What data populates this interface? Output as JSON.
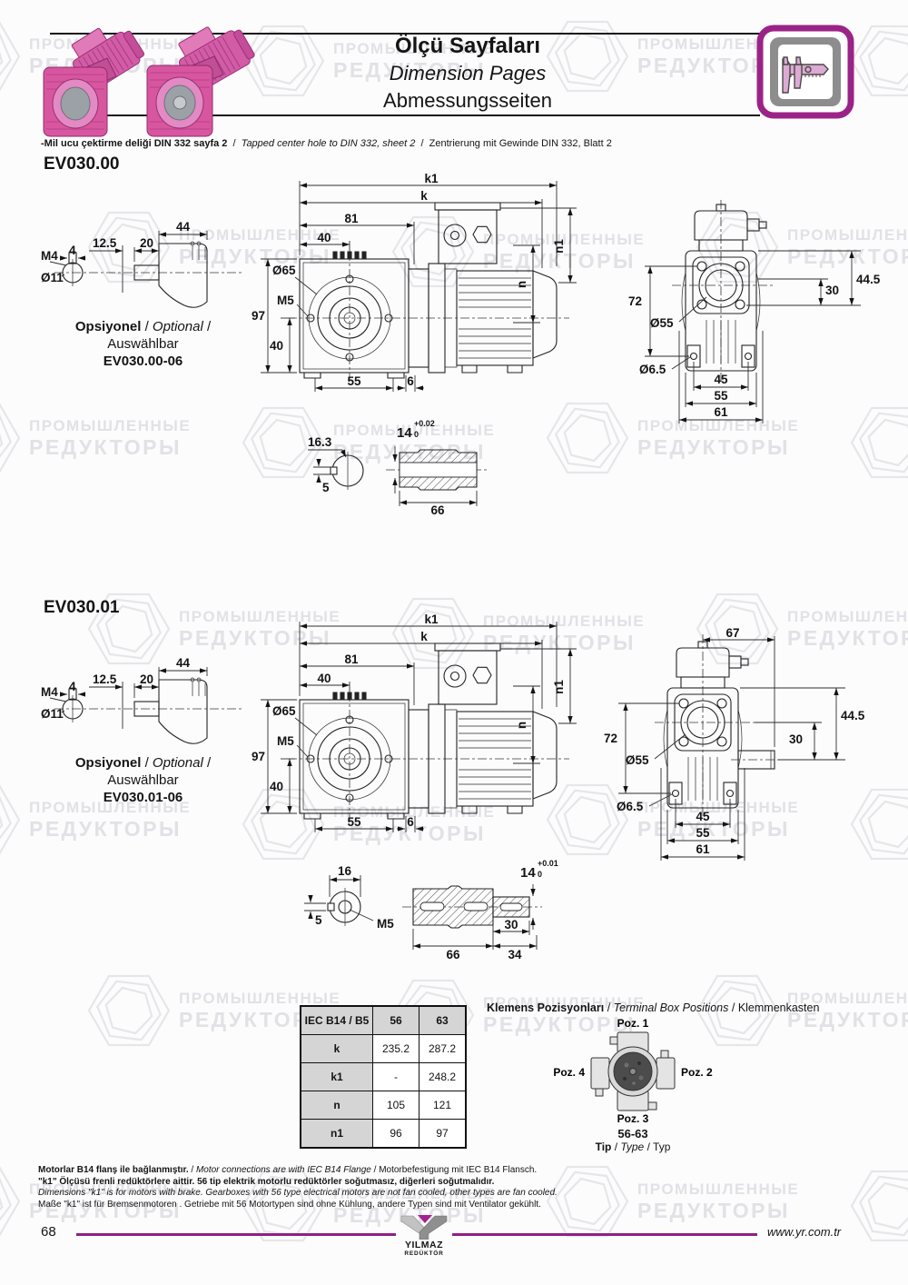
{
  "header": {
    "title_tr": "Ölçü Sayfaları",
    "title_en": "Dimension Pages",
    "title_de": "Abmessungsseiten"
  },
  "sep": "/",
  "note": {
    "tr": "-Mil ucu çektirme deliği DIN 332 sayfa 2",
    "en": "Tapped center hole to DIN 332, sheet 2",
    "de": "Zentrierung mit Gewinde DIN 332, Blatt 2"
  },
  "watermark": {
    "line1": "ПРОМЫШЛЕННЫЕ",
    "line2": "РЕДУКТОРЫ"
  },
  "ev00": {
    "title": "EV030.00",
    "optional": {
      "tr": "Opsiyonel",
      "en": "Optional",
      "de": "Auswählbar",
      "code": "EV030.00-06"
    },
    "opt": {
      "m4": "M4",
      "four": "4",
      "t125": "12.5",
      "d11": "Ø11",
      "w20": "20",
      "w44": "44"
    },
    "main": {
      "k1": "k1",
      "k": "k",
      "l81": "81",
      "l40": "40",
      "d65": "Ø65",
      "m5": "M5",
      "h97": "97",
      "h40": "40",
      "w55": "55",
      "w6": "6",
      "n": "n",
      "n1": "n1"
    },
    "rear": {
      "h72": "72",
      "d55": "Ø55",
      "d65": "Ø6.5",
      "h445": "44.5",
      "h30": "30",
      "w45": "45",
      "w55": "55",
      "w61": "61"
    },
    "shaft": {
      "w163": "16.3",
      "k5": "5",
      "d14": "14",
      "tolp": "+0.02",
      "tolz": "0",
      "l66": "66"
    }
  },
  "ev01": {
    "title": "EV030.01",
    "optional": {
      "tr": "Opsiyonel",
      "en": "Optional",
      "de": "Auswählbar",
      "code": "EV030.01-06"
    },
    "opt": {
      "m4": "M4",
      "four": "4",
      "t125": "12.5",
      "d11": "Ø11",
      "w20": "20",
      "w44": "44"
    },
    "main": {
      "k1": "k1",
      "k": "k",
      "l81": "81",
      "l40": "40",
      "d65": "Ø65",
      "m5": "M5",
      "h97": "97",
      "h40": "40",
      "w55": "55",
      "w6": "6",
      "n": "n",
      "n1": "n1"
    },
    "rear": {
      "w67": "67",
      "h72": "72",
      "d55": "Ø55",
      "d65": "Ø6.5",
      "h445": "44.5",
      "h30": "30",
      "w45": "45",
      "w55": "55",
      "w61": "61"
    },
    "shaft": {
      "w16": "16",
      "k5": "5",
      "m5": "M5",
      "d14": "14",
      "tolp": "+0.01",
      "tolz": "0",
      "l66": "66",
      "l30": "30",
      "l34": "34"
    }
  },
  "table": {
    "header": [
      "IEC B14 / B5",
      "56",
      "63"
    ],
    "rows": [
      [
        "k",
        "235.2",
        "287.2"
      ],
      [
        "k1",
        "-",
        "248.2"
      ],
      [
        "n",
        "105",
        "121"
      ],
      [
        "n1",
        "96",
        "97"
      ]
    ]
  },
  "terminal": {
    "heading_tr": "Klemens Pozisyonları",
    "heading_en": "Terminal Box Positions",
    "heading_de": "Klemmenkasten",
    "poz1": "Poz. 1",
    "poz2": "Poz. 2",
    "poz3": "Poz. 3",
    "poz4": "Poz. 4",
    "size": "56-63",
    "tip_tr": "Tip",
    "tip_en": "Type",
    "tip_de": "Typ"
  },
  "footnotes": {
    "l1_tr": "Motorlar B14 flanş ile bağlanmıştır.",
    "l1_en": "Motor connections are with IEC B14 Flange",
    "l1_de": "Motorbefestigung mit IEC B14 Flansch.",
    "l2": "\"k1\" Ölçüsü frenli redüktörlere aittir. 56 tip elektrik motorlu redüktörler soğutmasız, diğerleri soğutmalıdır.",
    "l3": "Dimensions \"k1\" is for motors with brake. Gearboxes with 56 type electrical motors are not fan cooled, other types are fan cooled.",
    "l4": "Maße \"k1\" ist für Bremsenmotoren . Getriebe mit 56 Motortypen sind ohne Kühlung, andere Typen sind mit Ventilator gekühlt."
  },
  "footer": {
    "page": "68",
    "url": "www.yr.com.tr",
    "logo_name": "YILMAZ",
    "logo_sub": "REDÜKTÖR"
  },
  "colors": {
    "accent": "#8e2184",
    "icon_border": "#9b2387",
    "product_pink": "#d8569f"
  }
}
